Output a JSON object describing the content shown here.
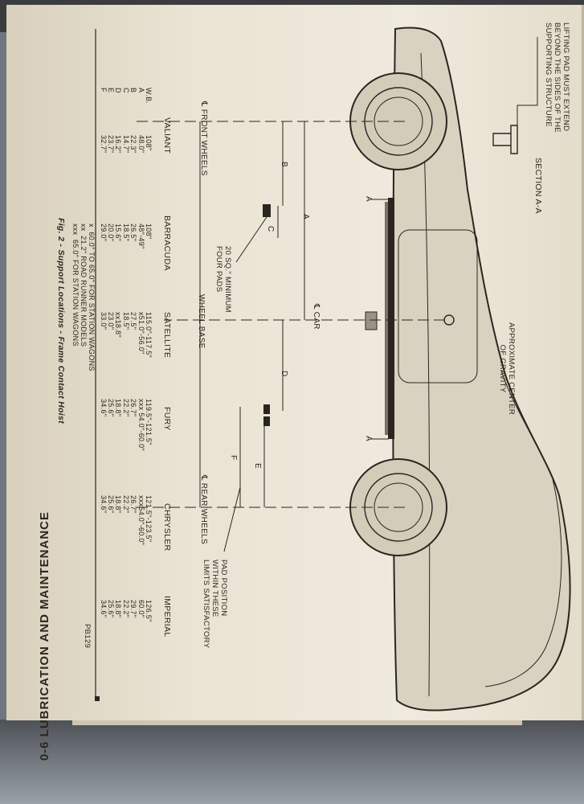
{
  "page_header": "0-6 LUBRICATION AND MAINTENANCE",
  "figure_caption": "Fig. 2 - Support Locations - Frame Contact Hoist",
  "figure_code": "PB129",
  "labels": {
    "lifting_pad_note": "LIFTING PAD MUST EXTEND\nBEYOND THE SIDES OF THE\nSUPPORTING STRUCTURE",
    "section": "SECTION A-A",
    "center_of_gravity": "APPROXIMATE CENTER\nOF GRAVITY",
    "car_centerline": "℄ CAR",
    "front_wheels": "℄ FRONT WHEELS",
    "rear_wheels": "℄ REAR WHEELS",
    "wheel_base": "WHEEL BASE",
    "pad_min": "20 SQ.\" MINIMUM\nFOUR PADS",
    "pad_position": "PAD POSITION\nWITHIN THESE\nLIMITS SATISFACTORY",
    "dim_a": "A",
    "dim_b": "B",
    "dim_c": "C",
    "dim_d": "D",
    "dim_e": "E",
    "dim_f": "F",
    "section_mark": "A"
  },
  "table": {
    "row_keys": "W.B.\nA\nB\nC\nD\nE\nF",
    "columns": [
      {
        "name": "VALIANT",
        "values": "108\"\n48.0\"\n22.3\"\n14.7\"\n16.2\"\n23.7\"\n32.7\""
      },
      {
        "name": "BARRACUDA",
        "values": "108\"\n48\"-49\"\n26.5\"\n18.5\"\n15.6\"\n20.0\"\n29.0\""
      },
      {
        "name": "SATELLITE",
        "values": "115.0\"-117.5\"\nx51.0\"-56.0\"\n27.5\"\n18.5\"\nxx18.8\"\n23.0\"\n33.0\""
      },
      {
        "name": "FURY",
        "values": "119.5\"-121.5\"\nxxx 54.0\"-60.0\"\n26.7\"\n22.2\"\n18.8\"\n25.6\"\n34.6\""
      },
      {
        "name": "CHRYSLER",
        "values": "121.5\"-123.5\"\nxxx54.0\"-60.0\"\n26.7\"\n22.2\"\n18.8\"\n25.6\"\n34.6\""
      },
      {
        "name": "IMPERIAL",
        "values": "126.5\"\n60.0\"\n29.7\"\n22.2\"\n18.8\"\n25.6\"\n34.6\""
      }
    ],
    "footnotes": "x  60.0\" TO 65.0\" FOR STATION WAGONS\nxx  21.2\" ROAD RUNNER MODELS\nxxx  65.0\" FOR STATION WAGONS"
  }
}
